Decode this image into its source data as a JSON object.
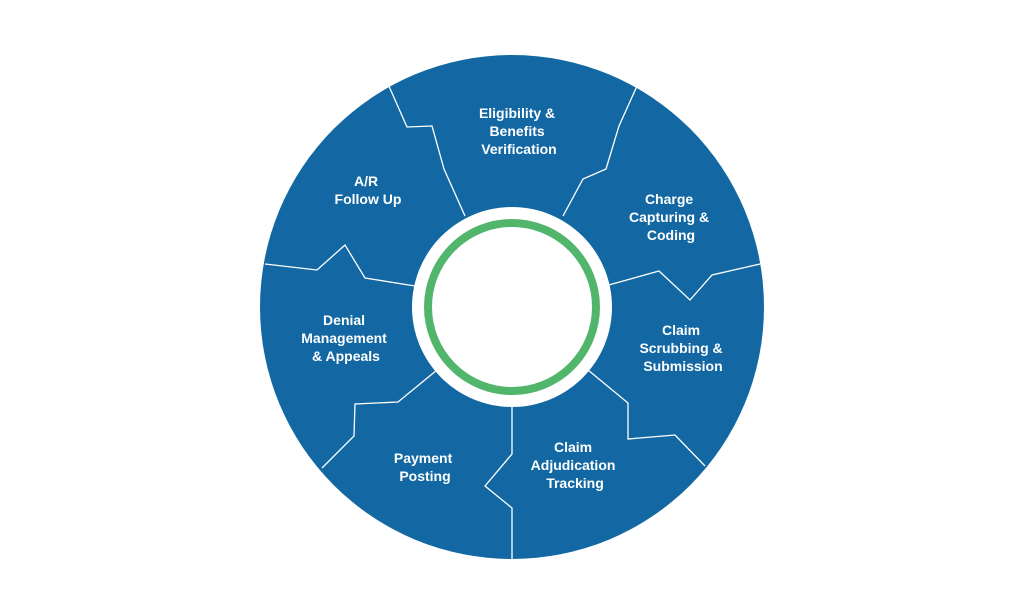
{
  "colors": {
    "background": "#ffffff",
    "wheel": "#1368a3",
    "divider": "#ffffff",
    "hub_ring": "#52b56c",
    "hub_fill": "#ffffff",
    "label_text": "#ffffff"
  },
  "segments": [
    {
      "id": "eligibility",
      "lines": [
        "Eligibility &",
        "Benefits",
        "Verification"
      ]
    },
    {
      "id": "charge-capture",
      "lines": [
        "Charge",
        "Capturing &",
        "Coding"
      ]
    },
    {
      "id": "claim-scrubbing",
      "lines": [
        "Claim",
        "Scrubbing &",
        "Submission"
      ]
    },
    {
      "id": "claim-adjudication",
      "lines": [
        "Claim",
        "Adjudication",
        "Tracking"
      ]
    },
    {
      "id": "payment-posting",
      "lines": [
        "Payment",
        "Posting"
      ]
    },
    {
      "id": "denial-management",
      "lines": [
        "Denial",
        "Management",
        "& Appeals"
      ]
    },
    {
      "id": "ar-follow-up",
      "lines": [
        "A/R",
        "Follow Up"
      ]
    }
  ]
}
